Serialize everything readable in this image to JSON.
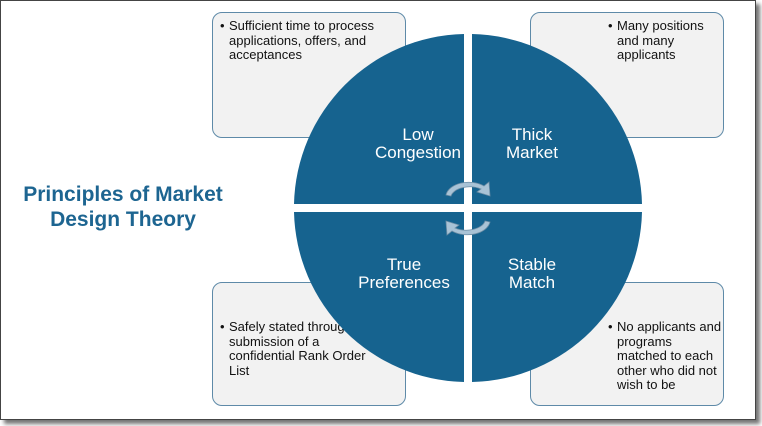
{
  "title": {
    "line1": "Principles of Market",
    "line2": "Design Theory"
  },
  "quadrants": {
    "top_left": {
      "line1": "Low",
      "line2": "Congestion"
    },
    "top_right": {
      "line1": "Thick",
      "line2": "Market"
    },
    "bottom_left": {
      "line1": "True",
      "line2": "Preferences"
    },
    "bottom_right": {
      "line1": "Stable",
      "line2": "Match"
    }
  },
  "boxes": {
    "top_left": {
      "text": "Sufficient time to process applications, offers, and acceptances"
    },
    "top_right": {
      "text": "Many positions and many applicants"
    },
    "bottom_left": {
      "text": "Safely stated through the submission of a confidential Rank Order List"
    },
    "bottom_right": {
      "text": "No applicants and programs matched to each other who did not wish to be"
    }
  },
  "colors": {
    "quadrant_fill": "#16638f",
    "title": "#1d6591",
    "box_fill": "#f2f2f2",
    "box_border": "#5e8aa8",
    "cycle_arrows": "#a9c3d6"
  },
  "icons": {
    "center": "cycle-arrows-icon"
  }
}
